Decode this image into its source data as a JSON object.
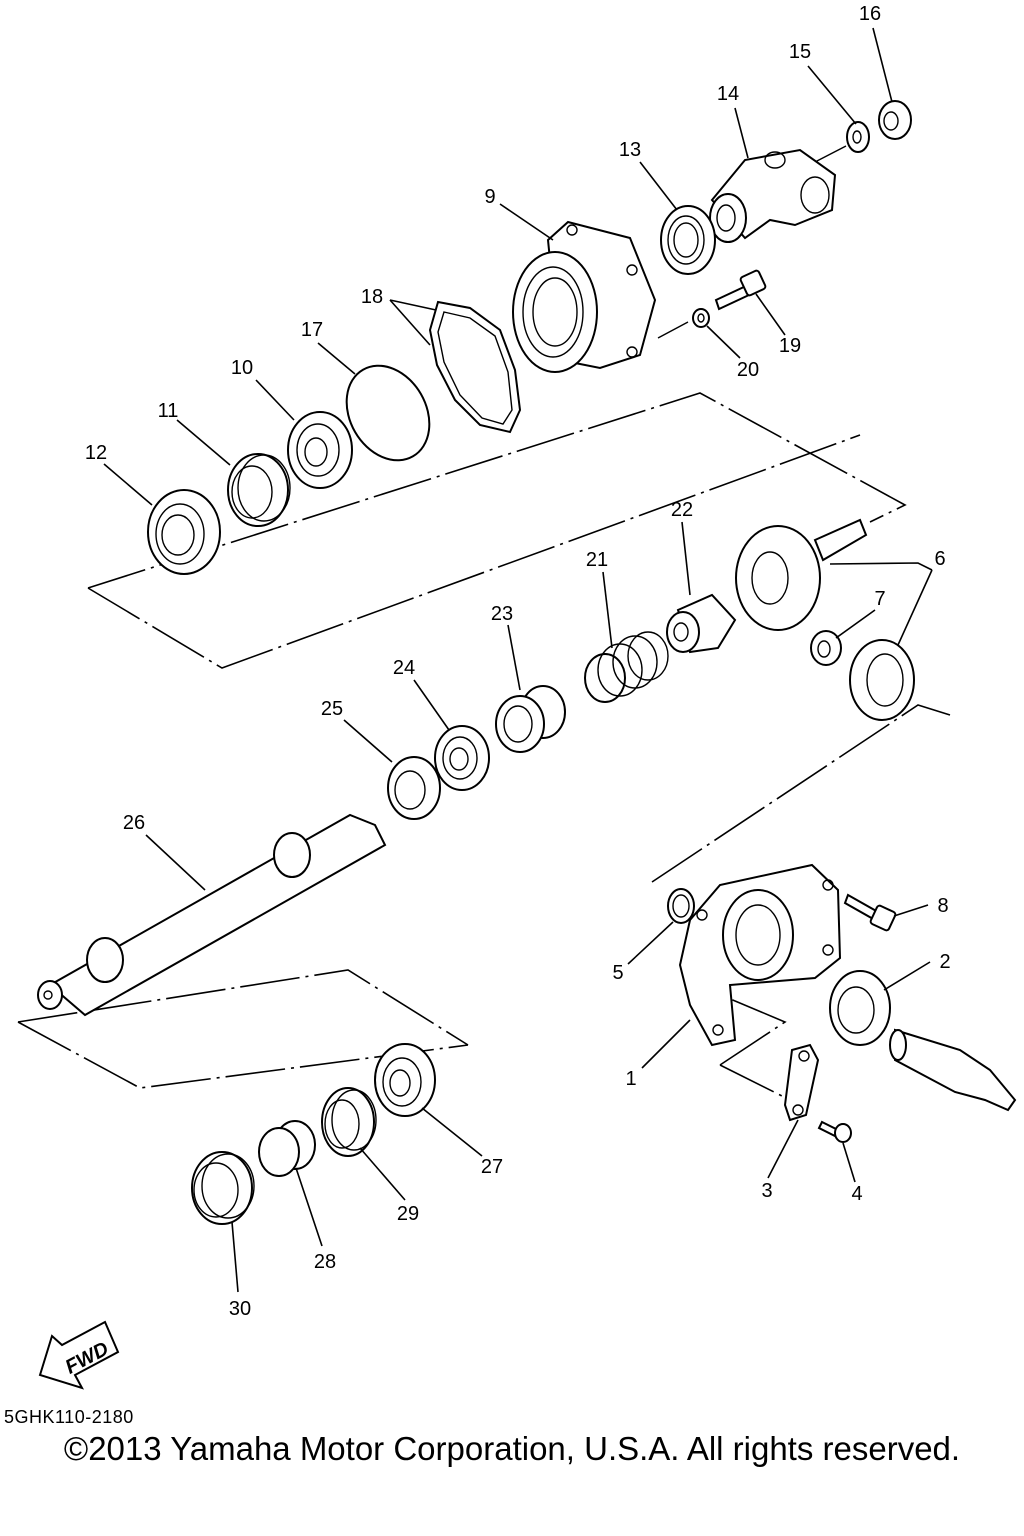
{
  "diagram": {
    "callouts": [
      "1",
      "2",
      "3",
      "4",
      "5",
      "6",
      "7",
      "8",
      "9",
      "10",
      "11",
      "12",
      "13",
      "14",
      "15",
      "16",
      "17",
      "18",
      "19",
      "20",
      "21",
      "22",
      "23",
      "24",
      "25",
      "26",
      "27",
      "28",
      "29",
      "30"
    ],
    "fwd_label": "FWD"
  },
  "footer": {
    "diagram_code": "5GHK110-2180",
    "copyright": "©2013 Yamaha Motor Corporation, U.S.A. All rights reserved."
  }
}
